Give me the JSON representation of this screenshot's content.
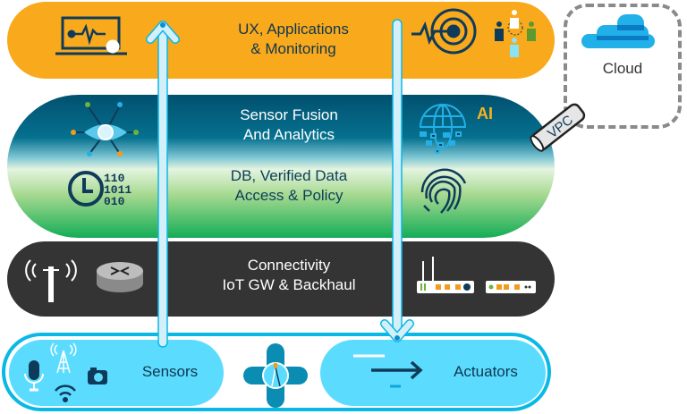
{
  "layers": {
    "ux": {
      "label_line1": "UX, Applications",
      "label_line2": "& Monitoring",
      "color": "#f9a91c",
      "icons": [
        "laptop-monitoring-icon",
        "target-pulse-icon",
        "people-network-icon"
      ]
    },
    "fusion": {
      "label1_line1": "Sensor Fusion",
      "label1_line2": "And Analytics",
      "label2_line1": "DB, Verified Data",
      "label2_line2": "Access & Policy",
      "ai_badge": "AI",
      "binary_text": [
        "110",
        "1011",
        "010"
      ],
      "icons": [
        "eye-analytics-icon",
        "clock-binary-icon",
        "globe-data-icon",
        "fingerprint-icon"
      ]
    },
    "connectivity": {
      "label_line1": "Connectivity",
      "label_line2": "IoT GW & Backhaul",
      "color": "#343434",
      "icons": [
        "cell-tower-icon",
        "router-icon",
        "wifi-gateway-icon",
        "modem-icon"
      ]
    },
    "edge": {
      "sensors_label": "Sensors",
      "actuators_label": "Actuators",
      "icons": [
        "microphone-icon",
        "antenna-icon",
        "wifi-icon",
        "camera-icon",
        "edge-hub-icon",
        "arrow-right-icon"
      ]
    }
  },
  "cloud": {
    "label": "Cloud"
  },
  "vpc": {
    "label": "VPC"
  }
}
